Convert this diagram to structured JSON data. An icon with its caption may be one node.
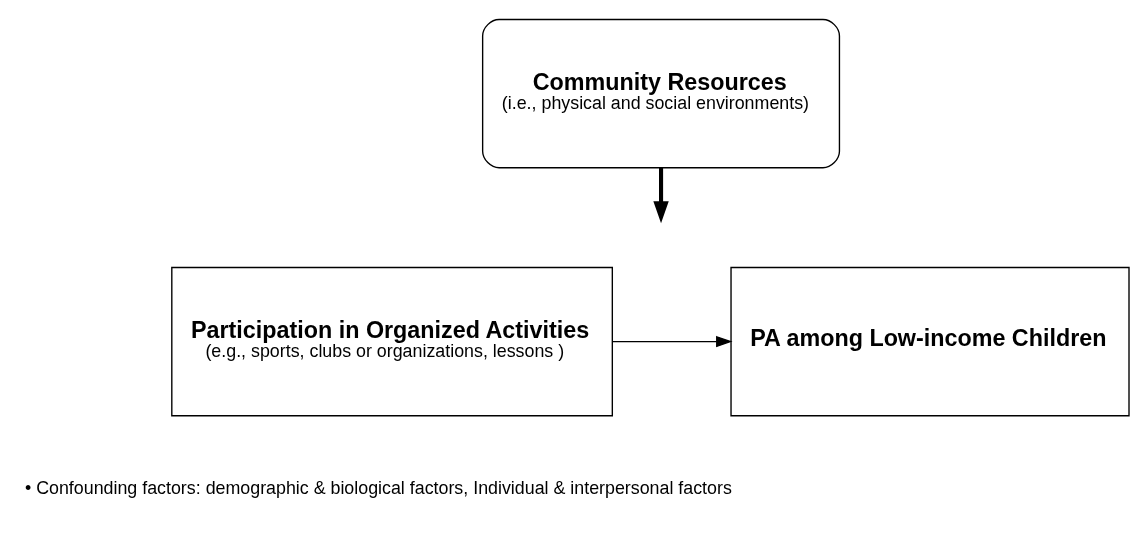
{
  "diagram": {
    "nodes": [
      {
        "text": [
          "Participation in Organized Activities",
          "(e.g., sports, clubs or organizations, lessons )"
        ]
      },
      {
        "text": [
          "Community Resources",
          "(i.e., physical and social environments)"
        ]
      },
      {
        "text": [
          "PA among Low-income Children"
        ]
      }
    ],
    "edges": [
      {
        "from": 0,
        "to": 2,
        "arrow": "to"
      },
      {
        "from": 1,
        "to": null,
        "arrow": "to",
        "style": "thick"
      }
    ],
    "labels": [
      "• Confounding factors: demographic & biological factors, Individual & interpersonal factors"
    ]
  }
}
